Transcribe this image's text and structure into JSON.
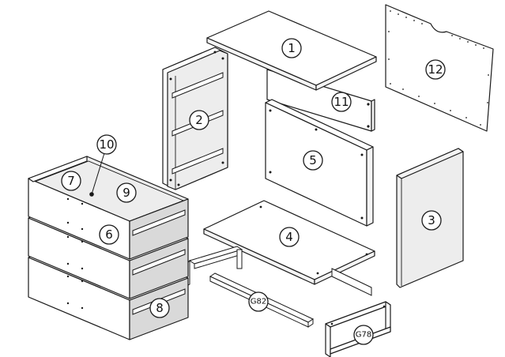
{
  "diagram": {
    "callouts": [
      {
        "id": "c1",
        "label": "1"
      },
      {
        "id": "c2",
        "label": "2"
      },
      {
        "id": "c3",
        "label": "3"
      },
      {
        "id": "c4",
        "label": "4"
      },
      {
        "id": "c5",
        "label": "5"
      },
      {
        "id": "c6",
        "label": "6"
      },
      {
        "id": "c7",
        "label": "7"
      },
      {
        "id": "c8",
        "label": "8"
      },
      {
        "id": "c9",
        "label": "9"
      },
      {
        "id": "c10",
        "label": "10"
      },
      {
        "id": "c11",
        "label": "11"
      },
      {
        "id": "c12",
        "label": "12"
      },
      {
        "id": "cg82",
        "label": "G82"
      },
      {
        "id": "cg78",
        "label": "G78"
      }
    ]
  }
}
